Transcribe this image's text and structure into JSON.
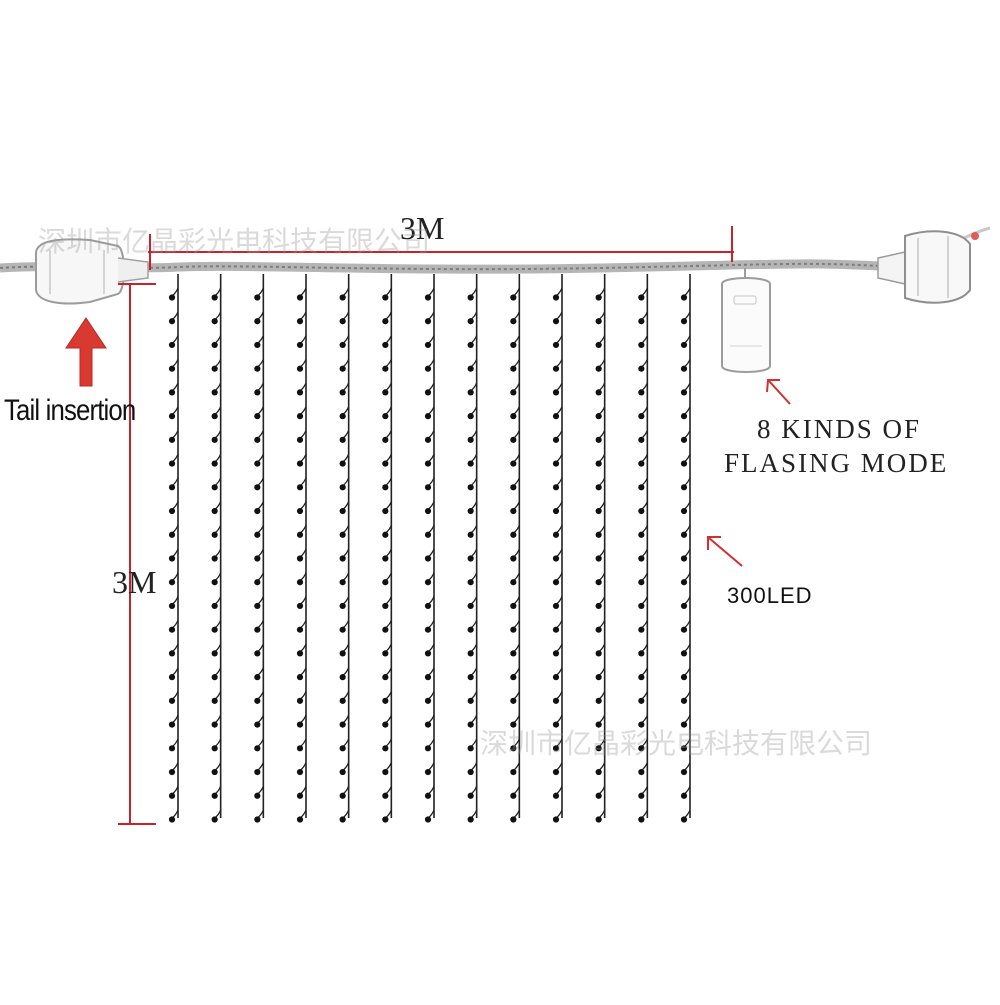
{
  "dimensions": {
    "width_label": "3M",
    "height_label": "3M"
  },
  "callouts": {
    "tail": "Tail insertion",
    "mode_line_1": "8 KINDS OF",
    "mode_line_2": "FLASING MODE",
    "leds": "300LED"
  },
  "watermark": "深圳市亿晶彩光电科技有限公司",
  "product": {
    "strand_count": 13,
    "leds_per_strand": 23
  },
  "colors": {
    "dimension_line": "#c8232c",
    "arrow": "#d32f2f",
    "wire": "#222222",
    "cable": "#9a9a9a"
  }
}
